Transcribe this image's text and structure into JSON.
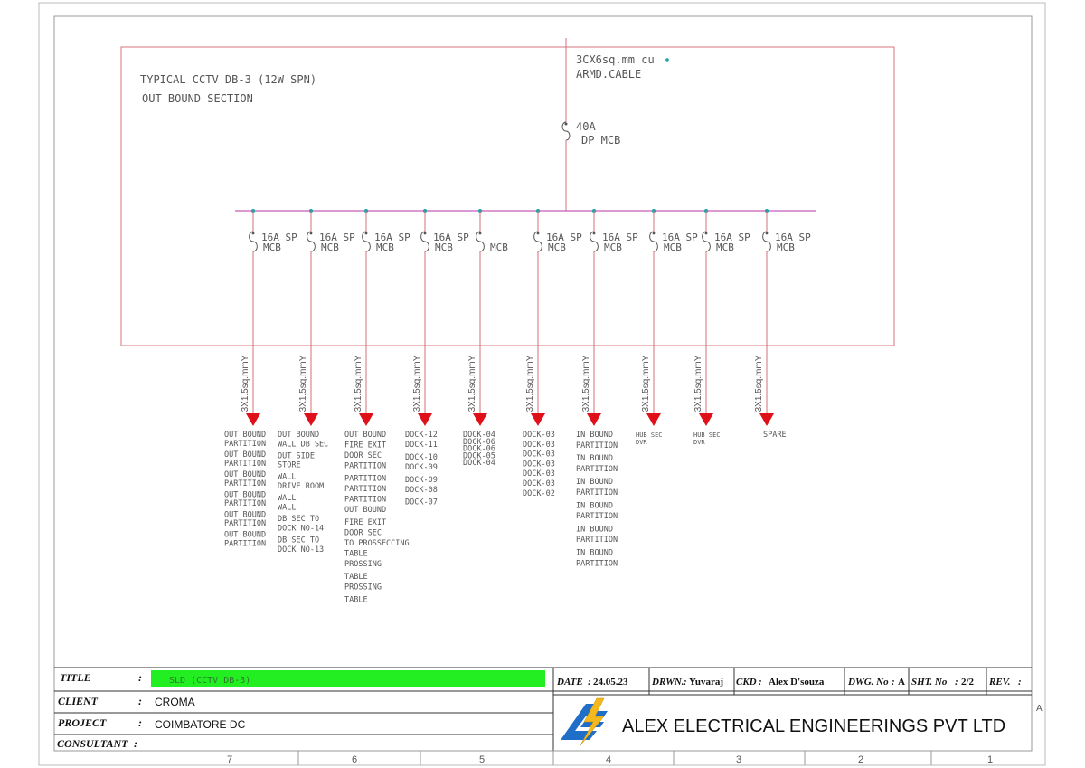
{
  "header": {
    "line1": "TYPICAL CCTV DB-3 (12W SPN)",
    "line2": "OUT BOUND SECTION"
  },
  "incoming": {
    "cable_line1": "3CX6sq.mm cu",
    "cable_line2": "ARMD.CABLE",
    "mcb_rating": "40A",
    "mcb_type": "DP MCB"
  },
  "circuits": [
    {
      "mcb_rating": "16A SP",
      "mcb_type": "MCB",
      "cable": "3X1.5sq.mmY",
      "loads": [
        "OUT BOUND",
        "PARTITION",
        "OUT BOUND",
        "PARTITION",
        "OUT BOUND",
        "PARTITION",
        "OUT BOUND",
        "PARTITION",
        "OUT BOUND",
        "PARTITION",
        "OUT BOUND",
        "PARTITION"
      ]
    },
    {
      "mcb_rating": "16A SP",
      "mcb_type": "MCB",
      "cable": "3X1.5sq.mmY",
      "loads": [
        "OUT BOUND",
        "WALL DB SEC",
        "OUT SIDE",
        "STORE",
        "WALL",
        "DRIVE ROOM",
        "WALL",
        "WALL",
        "DB SEC TO",
        "DOCK NO-14",
        "DB SEC TO",
        "DOCK NO-13"
      ]
    },
    {
      "mcb_rating": "16A SP",
      "mcb_type": "MCB",
      "cable": "3X1.5sq.mmY",
      "loads": [
        "OUT BOUND",
        "FIRE EXIT",
        "DOOR SEC",
        "PARTITION",
        "PARTITION",
        "PARTITION",
        "PARTITION",
        "OUT BOUND",
        "FIRE EXIT",
        "DOOR SEC",
        "TO PROSSECCING",
        "TABLE",
        "PROSSING",
        "TABLE",
        "PROSSING",
        "TABLE"
      ]
    },
    {
      "mcb_rating": "16A SP",
      "mcb_type": "MCB",
      "cable": "3X1.5sq.mmY",
      "loads": [
        "DOCK-12",
        "DOCK-11",
        "DOCK-10",
        "DOCK-09",
        "DOCK-09",
        "DOCK-08",
        "DOCK-07"
      ]
    },
    {
      "mcb_rating": "",
      "mcb_type": "MCB",
      "cable": "3X1.5sq.mmY",
      "loads": [
        "DOCK-04",
        "DOCK-06",
        "DOCK-06",
        "DOCK-05",
        "DOCK-04"
      ]
    },
    {
      "mcb_rating": "16A SP",
      "mcb_type": "MCB",
      "cable": "3X1.5sq.mmY",
      "loads": [
        "DOCK-03",
        "DOCK-03",
        "DOCK-03",
        "DOCK-03",
        "DOCK-03",
        "DOCK-03",
        "DOCK-02"
      ]
    },
    {
      "mcb_rating": "16A SP",
      "mcb_type": "MCB",
      "cable": "3X1.5sq.mmY",
      "loads": [
        "IN BOUND",
        "PARTITION",
        "IN BOUND",
        "PARTITION",
        "IN BOUND",
        "PARTITION",
        "IN BOUND",
        "PARTITION",
        "IN BOUND",
        "PARTITION",
        "IN BOUND",
        "PARTITION"
      ]
    },
    {
      "mcb_rating": "16A SP",
      "mcb_type": "MCB",
      "cable": "3X1.5sq.mmY",
      "loads": [
        "HUB SEC",
        "DVR"
      ]
    },
    {
      "mcb_rating": "16A SP",
      "mcb_type": "MCB",
      "cable": "3X1.5sq.mmY",
      "loads": [
        "HUB SEC",
        "DVR"
      ]
    },
    {
      "mcb_rating": "16A SP",
      "mcb_type": "MCB",
      "cable": "3X1.5sq.mmY",
      "loads": [
        "SPARE"
      ]
    }
  ],
  "title_block": {
    "title_label": "TITLE",
    "title_value": "SLD (CCTV DB-3)",
    "client_label": "CLIENT",
    "client_value": "CROMA",
    "project_label": "PROJECT",
    "project_value": "COIMBATORE DC",
    "consultant_label": "CONSULTANT",
    "colon": ":",
    "date_label": "DATE",
    "date_value": "24.05.23",
    "drawn_label": "DRWN.",
    "drawn_value": "Yuvaraj",
    "checked_label": "CKD",
    "checked_value": "Alex D'souza",
    "dwg_label": "DWG. No",
    "dwg_value": "A",
    "sheet_label": "SHT. No",
    "sheet_value": "2/2",
    "rev_label": "REV.",
    "company_name": "ALEX ELECTRICAL ENGINEERINGS PVT LTD",
    "zone_letter": "A"
  },
  "zones": [
    "7",
    "6",
    "5",
    "4",
    "3",
    "2",
    "1"
  ],
  "colors": {
    "panel_border": "#d9737f",
    "busbar": "#c85ab8",
    "wire": "#d46f7a",
    "arrow": "#e0101a",
    "node": "#1aa3a3",
    "title_fill": "#22ee22",
    "logo_blue": "#1f6fc8",
    "logo_yellow": "#f3b81c"
  }
}
